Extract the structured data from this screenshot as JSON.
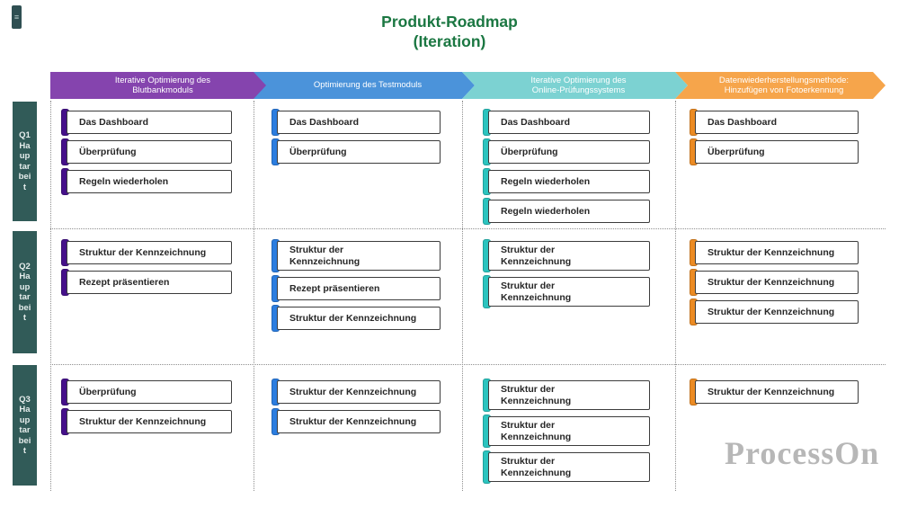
{
  "title": {
    "line1": "Produkt-Roadmap",
    "line2": "(Iteration)"
  },
  "watermark": "ProcessOn",
  "icons": {
    "menu_handle": "≡"
  },
  "colors": {
    "title_green": "#1b7742",
    "row_label_bg": "#315b58",
    "box_border": "#3c3c3c",
    "dotted_line": "#8f8f8f",
    "watermark_gray": "#b7b7b7"
  },
  "rows": [
    {
      "id": "Q1",
      "lines": [
        "Q1",
        "Ha",
        "up",
        "tar",
        "bei",
        "t"
      ]
    },
    {
      "id": "Q2",
      "lines": [
        "Q2",
        "Ha",
        "up",
        "tar",
        "bei",
        "t"
      ]
    },
    {
      "id": "Q3",
      "lines": [
        "Q3",
        "Ha",
        "up",
        "tar",
        "bei",
        "t"
      ]
    }
  ],
  "columns": [
    {
      "header_lines": [
        "Iterative Optimierung des",
        "Blutbankmoduls"
      ],
      "color": "#8544ae",
      "accent": "#45108a",
      "cells": {
        "q1": [
          [
            "Das Dashboard"
          ],
          [
            "Überprüfung"
          ],
          [
            "Regeln wiederholen"
          ]
        ],
        "q2": [
          [
            "Struktur der Kennzeichnung"
          ],
          [
            "Rezept präsentieren"
          ]
        ],
        "q3": [
          [
            "Überprüfung"
          ],
          [
            "Struktur der Kennzeichnung"
          ]
        ]
      }
    },
    {
      "header_lines": [
        "Optimierung des Testmoduls"
      ],
      "color": "#4b93da",
      "accent": "#2b7de0",
      "cells": {
        "q1": [
          [
            "Das Dashboard"
          ],
          [
            "Überprüfung"
          ]
        ],
        "q2": [
          [
            "Struktur der",
            "Kennzeichnung"
          ],
          [
            "Rezept präsentieren"
          ],
          [
            "Struktur der Kennzeichnung"
          ]
        ],
        "q3": [
          [
            "Struktur der Kennzeichnung"
          ],
          [
            "Struktur der Kennzeichnung"
          ]
        ]
      }
    },
    {
      "header_lines": [
        "Iterative Optimierung des",
        "Online-Prüfungssystems"
      ],
      "color": "#7cd2d2",
      "accent": "#2bc4bf",
      "cells": {
        "q1": [
          [
            "Das Dashboard"
          ],
          [
            "Überprüfung"
          ],
          [
            "Regeln wiederholen"
          ],
          [
            "Regeln wiederholen"
          ]
        ],
        "q2": [
          [
            "Struktur der",
            "Kennzeichnung"
          ],
          [
            "Struktur der",
            "Kennzeichnung"
          ]
        ],
        "q3": [
          [
            "Struktur der",
            "Kennzeichnung"
          ],
          [
            "Struktur der",
            "Kennzeichnung"
          ],
          [
            "Struktur der",
            "Kennzeichnung"
          ]
        ]
      }
    },
    {
      "header_lines": [
        "Datenwiederherstellungsmethode:",
        "Hinzufügen von Fotoerkennung"
      ],
      "color": "#f6a54b",
      "accent": "#ec8b23",
      "cells": {
        "q1": [
          [
            "Das Dashboard"
          ],
          [
            "Überprüfung"
          ]
        ],
        "q2": [
          [
            "Struktur der Kennzeichnung"
          ],
          [
            "Struktur der Kennzeichnung"
          ],
          [
            "Struktur der Kennzeichnung"
          ]
        ],
        "q3": [
          [
            "Struktur der Kennzeichnung"
          ]
        ]
      }
    }
  ]
}
